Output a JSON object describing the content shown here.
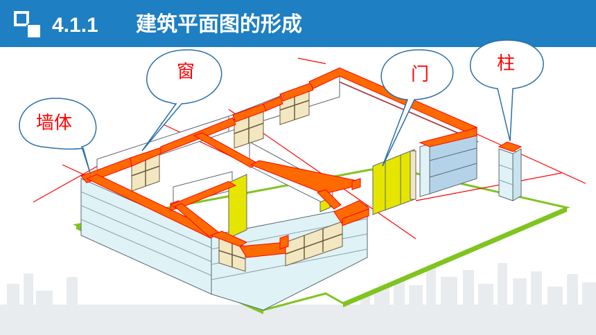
{
  "header": {
    "section_number": "4.1.1",
    "title": "建筑平面图的形成"
  },
  "labels": {
    "wall": "墙体",
    "window": "窗",
    "door": "门",
    "column": "柱"
  },
  "colors": {
    "header_bg": "#1e7fc2",
    "label_text": "#ff0000",
    "cut_section": "#ff6a00",
    "wall_face": "#dff2f6",
    "door_fill": "#e5e500",
    "ground_edge": "#7fc41f"
  }
}
